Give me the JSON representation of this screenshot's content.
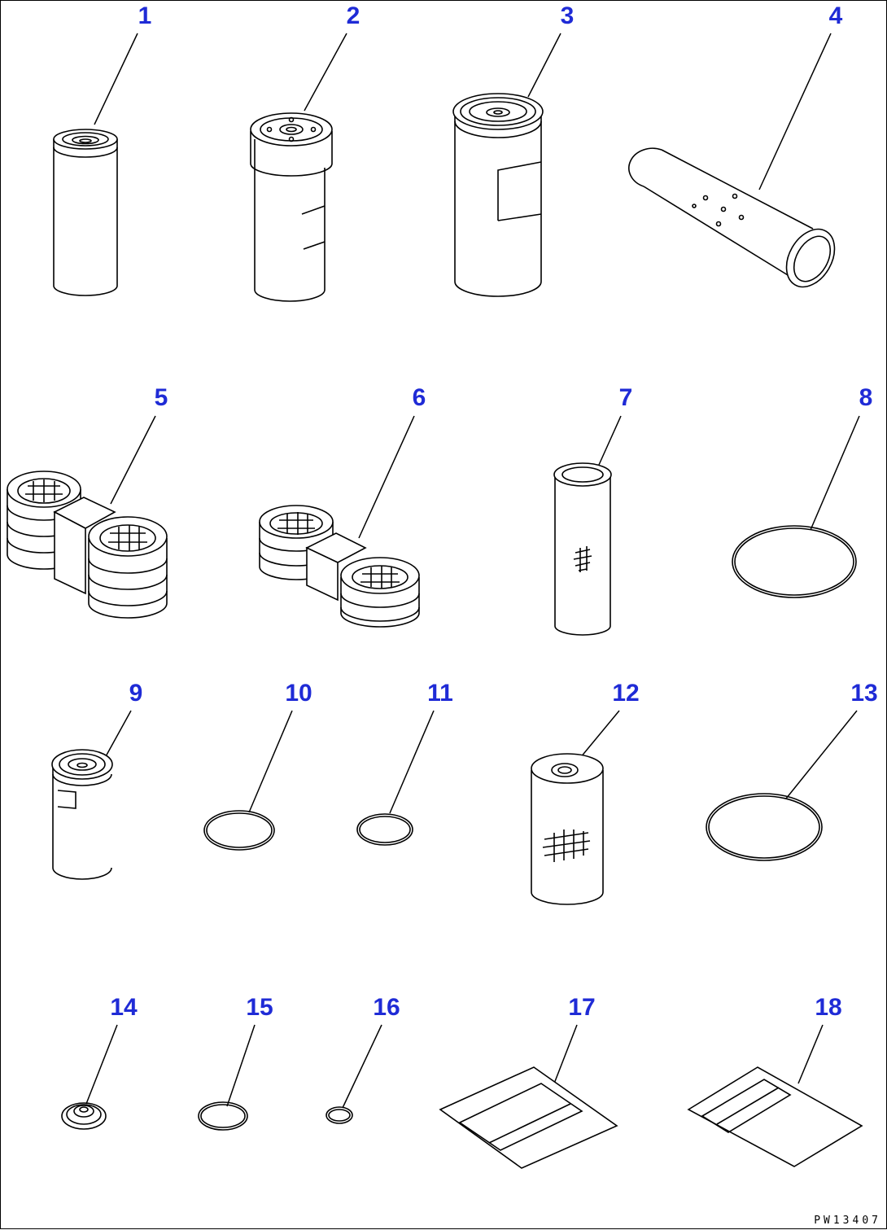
{
  "sheet": {
    "drawing_code": "PW13407",
    "callouts": [
      "1",
      "2",
      "3",
      "4",
      "5",
      "6",
      "7",
      "8",
      "9",
      "10",
      "11",
      "12",
      "13",
      "14",
      "15",
      "16",
      "17",
      "18"
    ]
  },
  "icons": {
    "1": "cylindrical-filter-element-icon",
    "2": "spin-on-filter-cartridge-icon",
    "3": "spin-on-filter-cartridge-icon",
    "4": "air-filter-element-icon",
    "5": "twin-filter-element-icon",
    "6": "twin-filter-element-icon",
    "7": "filter-element-icon",
    "8": "o-ring-icon",
    "9": "spin-on-filter-cartridge-icon",
    "10": "o-ring-icon",
    "11": "o-ring-icon",
    "12": "filter-element-icon",
    "13": "o-ring-icon",
    "14": "cap-icon",
    "15": "o-ring-icon",
    "16": "o-ring-icon",
    "17": "gasket-sheet-icon",
    "18": "gasket-sheet-icon"
  },
  "colors": {
    "callout": "#1f2bd6",
    "line": "#000000",
    "background": "#ffffff"
  }
}
